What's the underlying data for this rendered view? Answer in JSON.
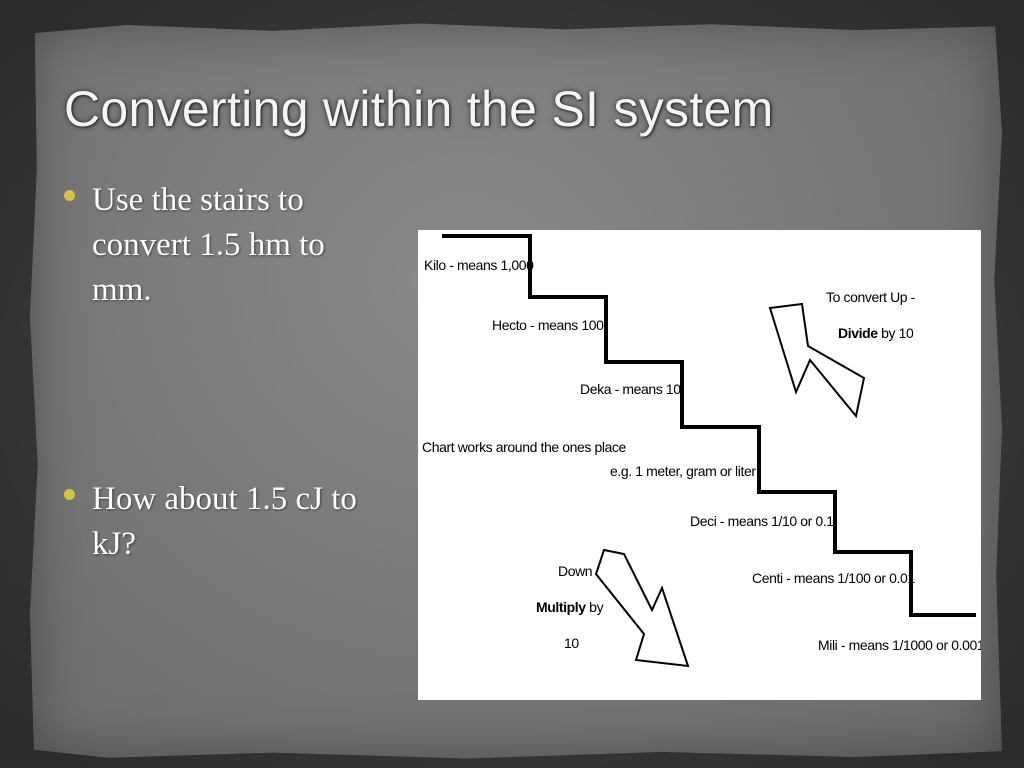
{
  "slide": {
    "title": "Converting within the SI system",
    "bullets": [
      "Use the stairs to convert 1.5 hm to mm.",
      "How about 1.5 cJ to kJ?"
    ],
    "bullet_color": "#d4c24a"
  },
  "diagram": {
    "steps": [
      "Kilo - means 1,000",
      "Hecto - means 100",
      "Deka - means 10",
      "Deci - means 1/10 or 0.1",
      "Centi - means 1/100 or 0.01",
      "Mili - means 1/1000 or 0.001"
    ],
    "base_note_line1": "Chart works around the ones place",
    "base_note_line2": "e.g. 1 meter, gram or liter",
    "up_line1": "To convert Up -",
    "up_bold": "Divide",
    "up_rest": " by 10",
    "down_line1": "Down",
    "down_bold": "Multiply",
    "down_rest": " by",
    "down_line3": "10"
  }
}
